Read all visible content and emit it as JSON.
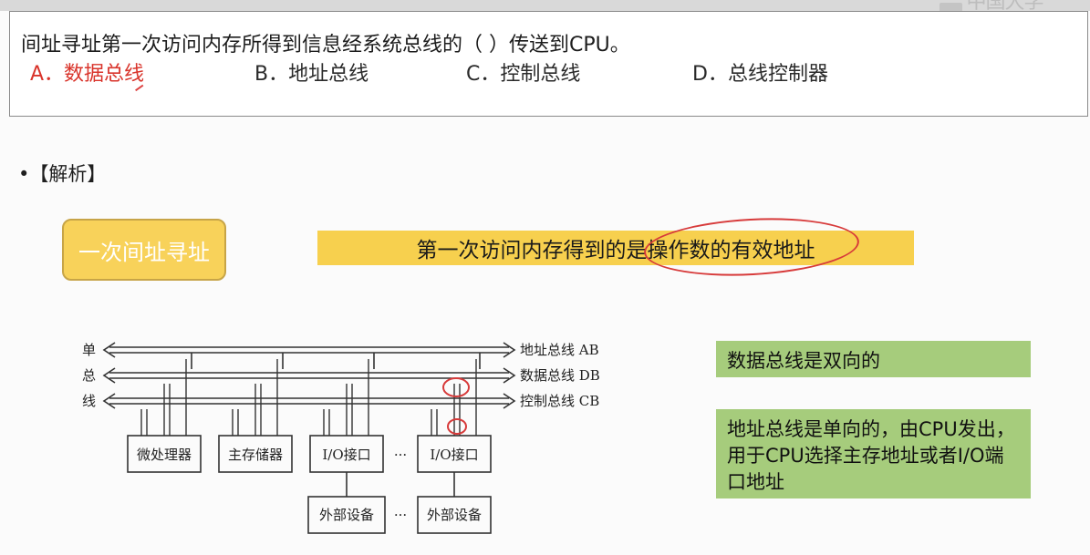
{
  "watermark": "中国大学MOOC",
  "question": {
    "text": "间址寻址第一次访问内存所得到信息经系统总线的（    ）传送到CPU。",
    "options": [
      {
        "label": "A．数据总线",
        "correct": true
      },
      {
        "label": "B．地址总线",
        "correct": false
      },
      {
        "label": "C．控制总线",
        "correct": false
      },
      {
        "label": "D．总线控制器",
        "correct": false
      }
    ]
  },
  "analysis_title": "•【解析】",
  "concept": "一次间址寻址",
  "explanation": "第一次访问内存得到的是操作数的有效地址",
  "diagram": {
    "left_label": [
      "单",
      "总",
      "线"
    ],
    "buses": [
      "地址总线 AB",
      "数据总线 DB",
      "控制总线 CB"
    ],
    "modules": [
      "微处理器",
      "主存储器",
      "I/O接口",
      "I/O接口"
    ],
    "devices": [
      "外部设备",
      "外部设备"
    ],
    "ellipsis": "···"
  },
  "notes": {
    "note1": "数据总线是双向的",
    "note2": "地址总线是单向的，由CPU发出，用于CPU选择主存地址或者I/O端口地址"
  },
  "colors": {
    "yellow": "#f7d04e",
    "green": "#a6cc7c",
    "red_correct": "#d9342b"
  }
}
